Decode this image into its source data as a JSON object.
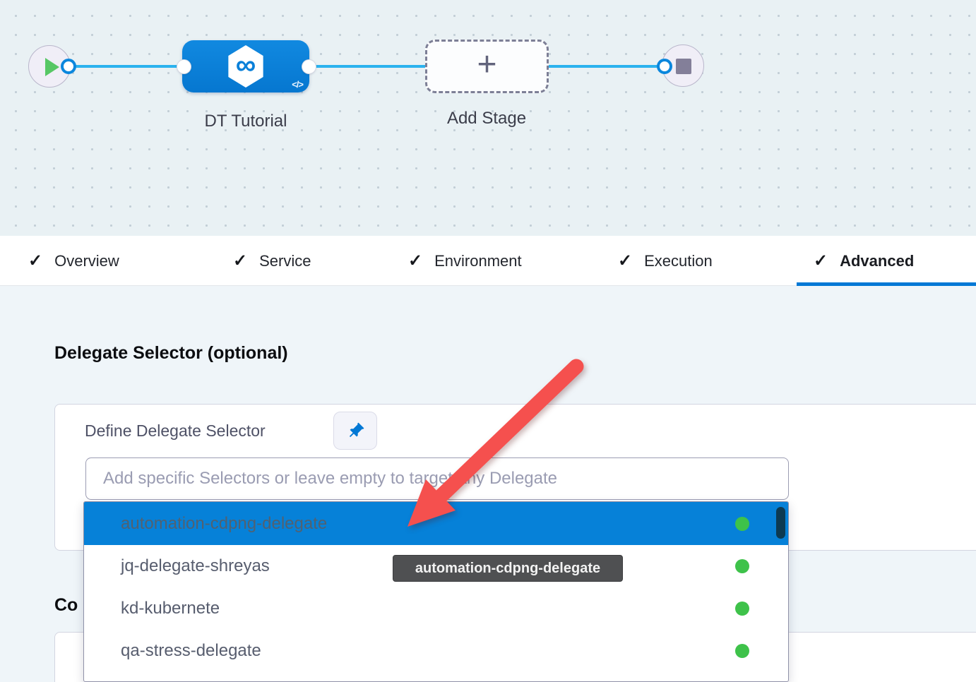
{
  "pipeline_canvas": {
    "stage": {
      "label": "DT Tutorial"
    },
    "add_stage": {
      "label": "Add Stage"
    }
  },
  "icons": {
    "check": "✓",
    "plus": "+",
    "infinity": "∞",
    "code": "</>"
  },
  "tabs": {
    "items": [
      {
        "label": "Overview",
        "completed": true,
        "active": false
      },
      {
        "label": "Service",
        "completed": true,
        "active": false
      },
      {
        "label": "Environment",
        "completed": true,
        "active": false
      },
      {
        "label": "Execution",
        "completed": true,
        "active": false
      },
      {
        "label": "Advanced",
        "completed": true,
        "active": true
      }
    ]
  },
  "advanced_panel": {
    "section_heading": "Delegate Selector (optional)",
    "define_label": "Define Delegate Selector",
    "selector_input": {
      "value": "",
      "placeholder": "Add specific Selectors or leave empty to target any Delegate"
    },
    "dropdown": {
      "options": [
        {
          "label": "automation-cdpng-delegate",
          "highlighted": true,
          "status": "connected"
        },
        {
          "label": "jq-delegate-shreyas",
          "highlighted": false,
          "status": "connected"
        },
        {
          "label": "kd-kubernete",
          "highlighted": false,
          "status": "connected"
        },
        {
          "label": "qa-stress-delegate",
          "highlighted": false,
          "status": "connected"
        }
      ]
    },
    "tooltip_text": "automation-cdpng-delegate",
    "truncated_next_section_heading": "Co"
  },
  "colors": {
    "accent_blue": "#0278d5",
    "stage_node_blue": "#0a80d9",
    "dropdown_highlight_blue": "#0681d8",
    "connector_line_blue": "#2bb2ee",
    "status_green": "#3ec24a",
    "annotation_arrow_red": "#f5504e",
    "tooltip_background": "#4f5052"
  }
}
